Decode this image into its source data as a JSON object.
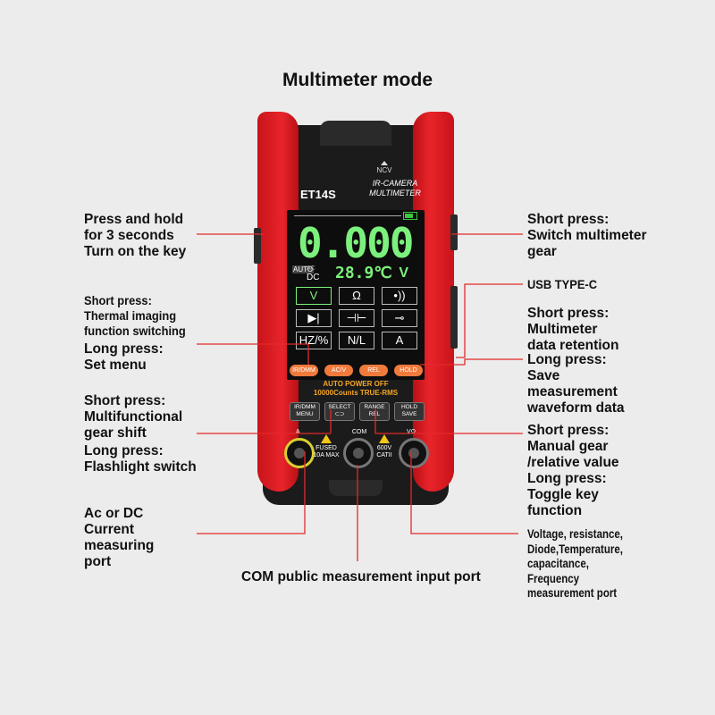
{
  "title": "Multimeter mode",
  "device": {
    "ncv": "NCV",
    "model": "ET14S",
    "subtitle_line1": "IR-CAMERA",
    "subtitle_line2": "MULTIMETER",
    "reading": "0.000",
    "auto": "AUTO",
    "ac": "AC",
    "dc": "DC",
    "temperature": "28.9℃",
    "unit": "V",
    "mode_keys": [
      "V",
      "Ω",
      "•))",
      "▶|",
      "⊣⊢",
      "⊸",
      "HZ/%",
      "N/L",
      "A"
    ],
    "soft_keys": [
      "IR/DMM",
      "AC/V",
      "REL",
      "HOLD"
    ],
    "info_line1": "AUTO POWER OFF",
    "info_line2": "10000Counts TRUE-RMS",
    "buttons": [
      {
        "top": "IR/DMM",
        "bottom": "MENU"
      },
      {
        "top": "SELECT",
        "bottom": "⊂⊃"
      },
      {
        "top": "RANGE",
        "bottom": "REL"
      },
      {
        "top": "HOLD",
        "bottom": "SAVE"
      }
    ],
    "jack_labels": {
      "a": "A",
      "com": "COM",
      "v": "VΩ",
      "fused": "FUSED",
      "fused_rating": "10A MAX",
      "cat": "600V",
      "cat_rating": "CATII"
    }
  },
  "callouts": {
    "power_key": "Press and hold\nfor 3 seconds\nTurn on the key",
    "thermal": "Short press:\nThermal imaging\nfunction switching",
    "set_menu": "Long press:\nSet menu",
    "gear_shift": "Short press:\nMultifunctional\ngear shift",
    "flashlight": "Long press:\nFlashlight switch",
    "current_port": "Ac or DC\nCurrent\nmeasuring\nport",
    "com_port": "COM public measurement input port",
    "switch_gear": "Short press:\nSwitch multimeter\ngear",
    "usb": "USB TYPE-C",
    "hold_short": "Short press:\nMultimeter\ndata retention",
    "hold_long": "Long press:\nSave\nmeasurement\nwaveform data",
    "range_short": "Short press:\nManual gear\n/relative value",
    "range_long": "Long press:\nToggle key\nfunction",
    "voltage_port": "Voltage, resistance,\nDiode,Temperature,\ncapacitance,\nFrequency\nmeasurement port"
  },
  "colors": {
    "leader_line": "#e32a2a",
    "device_red": "#e8242a",
    "screen_green": "#7cf07c",
    "soft_key": "#f07a3c"
  }
}
